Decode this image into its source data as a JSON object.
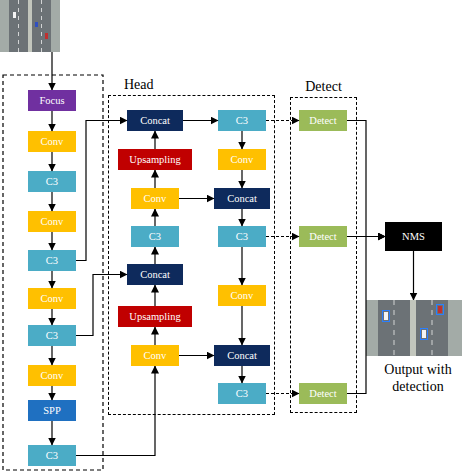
{
  "diagram": {
    "nodes": [
      {
        "text": [
          "Focus"
        ]
      },
      {
        "text": [
          "Conv"
        ]
      },
      {
        "text": [
          "C3"
        ]
      },
      {
        "text": [
          "Conv"
        ]
      },
      {
        "text": [
          "C3"
        ]
      },
      {
        "text": [
          "Conv"
        ]
      },
      {
        "text": [
          "C3"
        ]
      },
      {
        "text": [
          "Conv"
        ]
      },
      {
        "text": [
          "SPP"
        ]
      },
      {
        "text": [
          "C3"
        ]
      },
      {
        "text": [
          "Head"
        ]
      },
      {
        "text": [
          "Concat"
        ],
        "in": 10
      },
      {
        "text": [
          "Upsampling"
        ],
        "in": 10
      },
      {
        "text": [
          "Conv"
        ],
        "in": 10
      },
      {
        "text": [
          "C3"
        ],
        "in": 10
      },
      {
        "text": [
          "Concat"
        ],
        "in": 10
      },
      {
        "text": [
          "Upsampling"
        ],
        "in": 10
      },
      {
        "text": [
          "Conv"
        ],
        "in": 10
      },
      {
        "text": [
          "C3"
        ],
        "in": 10
      },
      {
        "text": [
          "Conv"
        ],
        "in": 10
      },
      {
        "text": [
          "Concat"
        ],
        "in": 10
      },
      {
        "text": [
          "C3"
        ],
        "in": 10
      },
      {
        "text": [
          "Conv"
        ],
        "in": 10
      },
      {
        "text": [
          "Concat"
        ],
        "in": 10
      },
      {
        "text": [
          "C3"
        ],
        "in": 10
      },
      {
        "text": [
          "Detect"
        ]
      },
      {
        "text": [
          "Detect"
        ],
        "in": 25
      },
      {
        "text": [
          "Detect"
        ],
        "in": 25
      },
      {
        "text": [
          "Detect"
        ],
        "in": 25
      },
      {
        "text": [
          "NMS"
        ]
      }
    ],
    "edges": [
      {
        "from": 0,
        "to": 1,
        "arrow": "to"
      },
      {
        "from": 1,
        "to": 2,
        "arrow": "to"
      },
      {
        "from": 2,
        "to": 3,
        "arrow": "to"
      },
      {
        "from": 3,
        "to": 4,
        "arrow": "to"
      },
      {
        "from": 4,
        "to": 5,
        "arrow": "to"
      },
      {
        "from": 5,
        "to": 6,
        "arrow": "to"
      },
      {
        "from": 6,
        "to": 7,
        "arrow": "to"
      },
      {
        "from": 7,
        "to": 8,
        "arrow": "to"
      },
      {
        "from": 8,
        "to": 9,
        "arrow": "to"
      },
      {
        "from": 4,
        "to": 11,
        "arrow": "to"
      },
      {
        "from": 6,
        "to": 15,
        "arrow": "to"
      },
      {
        "from": 9,
        "to": 17,
        "arrow": "to"
      },
      {
        "from": 17,
        "to": 16,
        "arrow": "to"
      },
      {
        "from": 16,
        "to": 15,
        "arrow": "to"
      },
      {
        "from": 15,
        "to": 14,
        "arrow": "to"
      },
      {
        "from": 14,
        "to": 13,
        "arrow": "to"
      },
      {
        "from": 13,
        "to": 12,
        "arrow": "to"
      },
      {
        "from": 12,
        "to": 11,
        "arrow": "to"
      },
      {
        "from": 17,
        "to": 23,
        "arrow": "to"
      },
      {
        "from": 13,
        "to": 20,
        "arrow": "to"
      },
      {
        "from": 11,
        "to": 18,
        "arrow": "to"
      },
      {
        "from": 18,
        "to": 19,
        "arrow": "to"
      },
      {
        "from": 19,
        "to": 20,
        "arrow": "to"
      },
      {
        "from": 20,
        "to": 21,
        "arrow": "to"
      },
      {
        "from": 21,
        "to": 22,
        "arrow": "to"
      },
      {
        "from": 22,
        "to": 23,
        "arrow": "to"
      },
      {
        "from": 23,
        "to": 24,
        "arrow": "to"
      },
      {
        "from": 18,
        "to": 26,
        "arrow": "to"
      },
      {
        "from": 21,
        "to": 27,
        "arrow": "to"
      },
      {
        "from": 24,
        "to": 28,
        "arrow": "to"
      },
      {
        "from": 26,
        "to": 29,
        "arrow": "to"
      },
      {
        "from": 27,
        "to": 29,
        "arrow": "to"
      },
      {
        "from": 28,
        "to": 29,
        "arrow": "to"
      }
    ],
    "labels": [
      "Output with detection"
    ]
  }
}
